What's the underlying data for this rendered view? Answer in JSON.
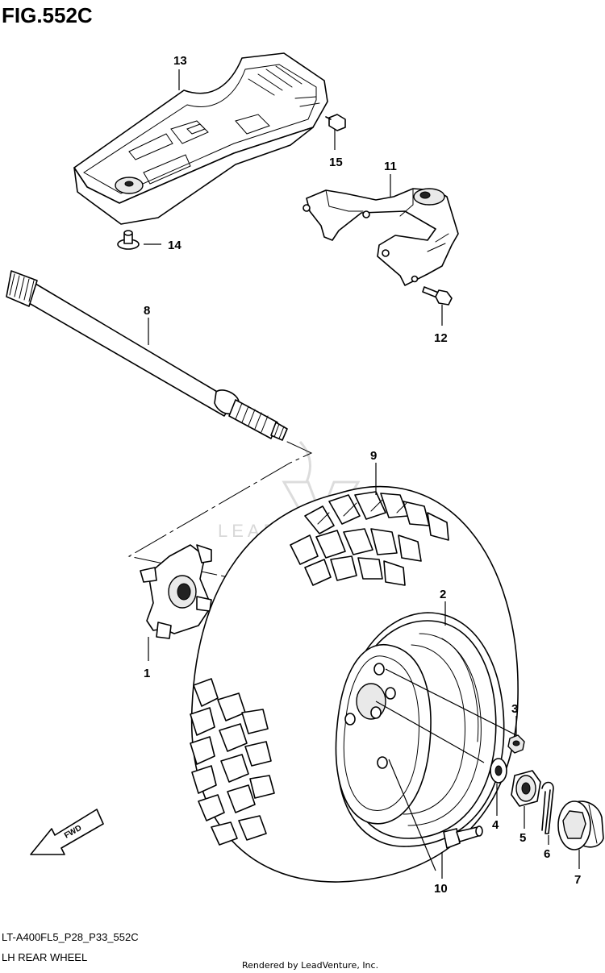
{
  "figure": {
    "title": "FIG.552C",
    "code": "LT-A400FL5_P28_P33_552C",
    "name": "LH REAR WHEEL",
    "credit": "Rendered by LeadVenture, Inc.",
    "watermark": "LEADV",
    "fwd_label": "FWD"
  },
  "callouts": [
    {
      "id": "1",
      "part": "hub"
    },
    {
      "id": "2",
      "part": "wheel-rim"
    },
    {
      "id": "3",
      "part": "wheel-nut"
    },
    {
      "id": "4",
      "part": "washer"
    },
    {
      "id": "5",
      "part": "castle-nut"
    },
    {
      "id": "6",
      "part": "cotter-pin"
    },
    {
      "id": "7",
      "part": "hub-cap"
    },
    {
      "id": "8",
      "part": "drive-shaft"
    },
    {
      "id": "9",
      "part": "tire"
    },
    {
      "id": "10",
      "part": "valve-stem"
    },
    {
      "id": "11",
      "part": "bracket"
    },
    {
      "id": "12",
      "part": "bolt"
    },
    {
      "id": "13",
      "part": "skid-plate"
    },
    {
      "id": "14",
      "part": "bolt"
    },
    {
      "id": "15",
      "part": "bolt"
    }
  ]
}
